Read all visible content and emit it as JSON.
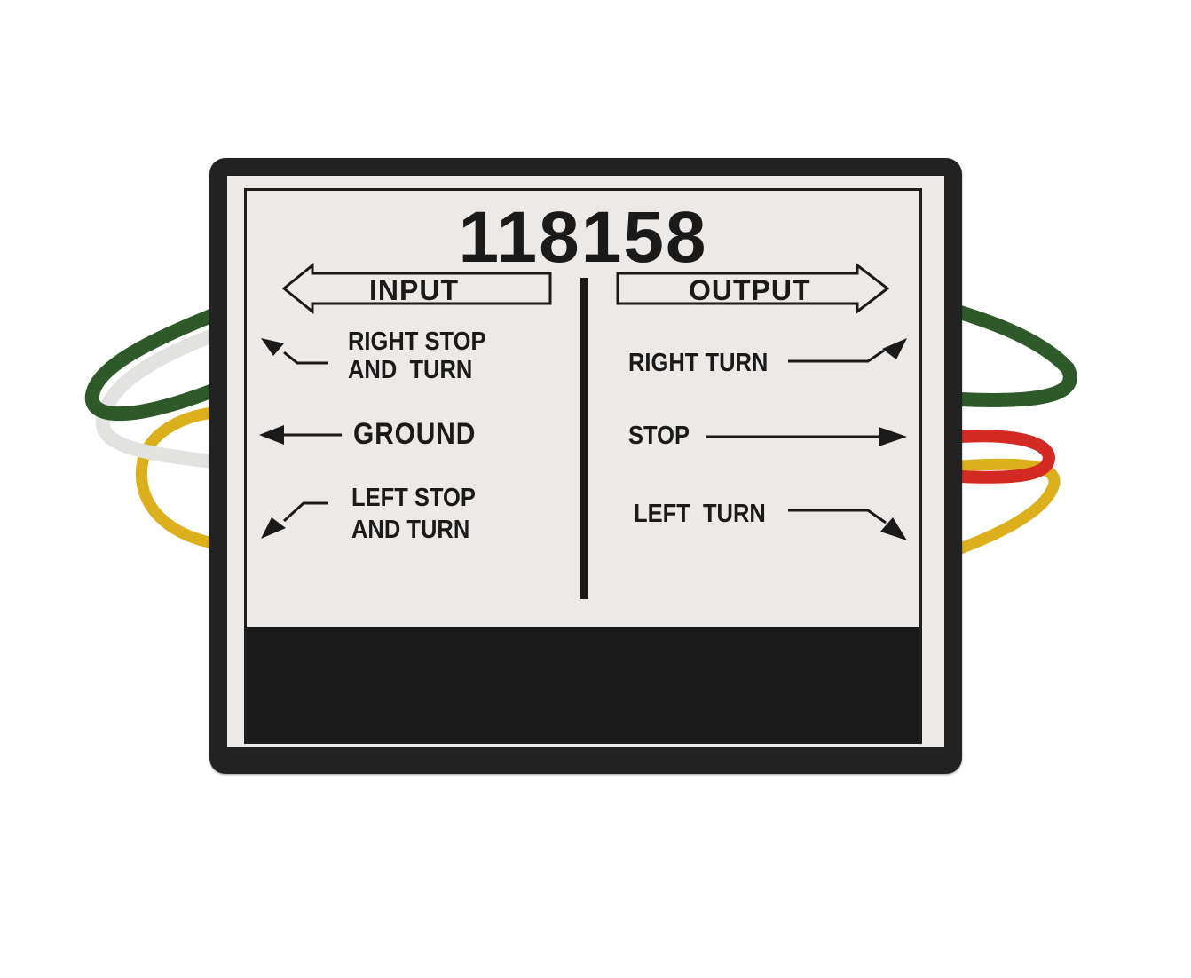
{
  "device": {
    "part_number": "118158",
    "input_label": "INPUT",
    "output_label": "OUTPUT",
    "inputs": [
      {
        "line1": "RIGHT STOP",
        "line2": "AND  TURN",
        "arrow": "arrow-up-left-icon"
      },
      {
        "line1": "GROUND",
        "arrow": "arrow-left-icon"
      },
      {
        "line1": "LEFT STOP",
        "line2": "AND TURN",
        "arrow": "arrow-down-left-icon"
      }
    ],
    "outputs": [
      {
        "label": "RIGHT TURN",
        "arrow": "arrow-up-right-icon"
      },
      {
        "label": "STOP",
        "arrow": "arrow-right-icon"
      },
      {
        "label": "LEFT  TURN",
        "arrow": "arrow-down-right-icon"
      }
    ]
  },
  "wires": {
    "left": [
      {
        "color_name": "green",
        "color": "#2e5a2a"
      },
      {
        "color_name": "white",
        "color": "#e6e6e4"
      },
      {
        "color_name": "yellow",
        "color": "#dcb01c"
      }
    ],
    "right": [
      {
        "color_name": "green",
        "color": "#2e5a2a"
      },
      {
        "color_name": "red",
        "color": "#d42a24"
      },
      {
        "color_name": "yellow",
        "color": "#dcb01c"
      }
    ]
  }
}
